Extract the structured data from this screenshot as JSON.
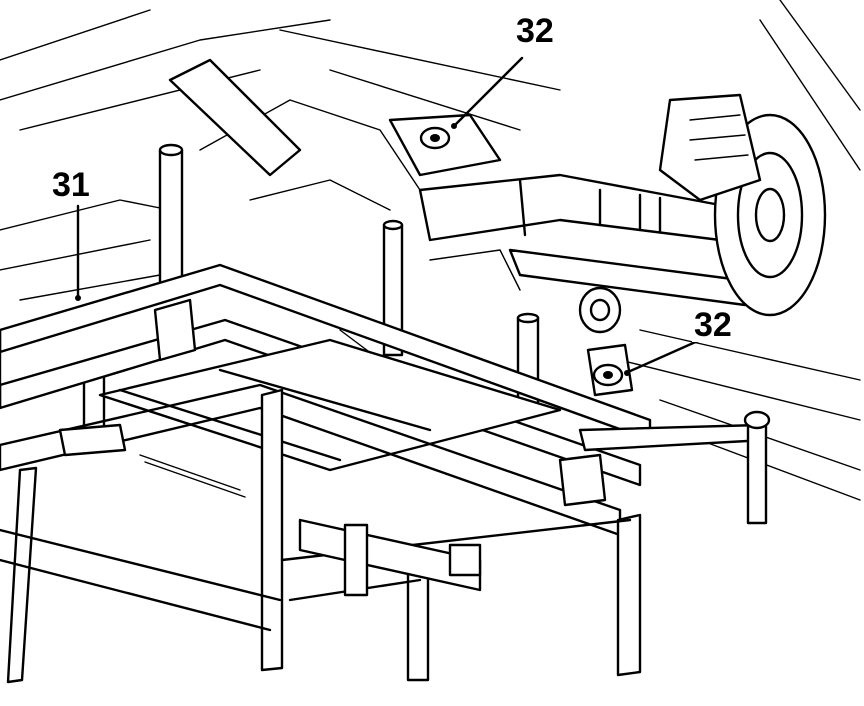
{
  "callouts": {
    "label_31": "31",
    "label_32_top": "32",
    "label_32_right": "32"
  },
  "colors": {
    "line": "#000000",
    "background": "#ffffff"
  }
}
